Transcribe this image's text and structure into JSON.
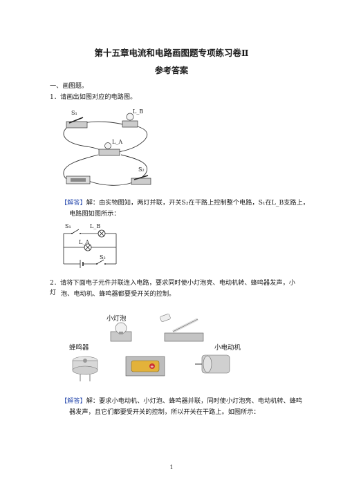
{
  "doc": {
    "title": "第十五章电流和电路画图题专项练习卷Ⅱ",
    "subtitle": "参考答案",
    "section": "一、画图题。",
    "q1": {
      "num": "1．",
      "text": "请画出如图对应的电路图。"
    },
    "a1": {
      "tag": "【解答】",
      "line1": "解：由实物图知，两灯并联，开关S₂在干路上控制整个电路，S₁在L_B支路上，",
      "line2": "电路图如图所示："
    },
    "q2": {
      "num": "2．",
      "line1": "请将下面电子元件并联连入电路，要求同时使小灯泡亮、电动机转、蜂鸣器发声，小灯",
      "line2": "泡、电动机、蜂鸣器都要受开关的控制。"
    },
    "a2": {
      "tag": "【解答】",
      "line1": "解：要求小电动机、小灯泡、蜂鸣器并联，同时使小灯泡亮、电动机转、蜂鸣",
      "line2": "器发声，且它们都要受开关的控制，所以开关在干路上。如图所示："
    },
    "page_number": "1",
    "fig1_labels": {
      "s1": "S₁",
      "lb": "L_B",
      "la": "L_A",
      "s2": "S₂"
    },
    "fig2_labels": {
      "s1": "S₁",
      "lb": "L_B",
      "la": "L_A",
      "s2": "S₂"
    },
    "fig3_labels": {
      "bulb": "小灯泡",
      "buzzer": "蜂鸣器",
      "motor": "小电动机"
    }
  }
}
